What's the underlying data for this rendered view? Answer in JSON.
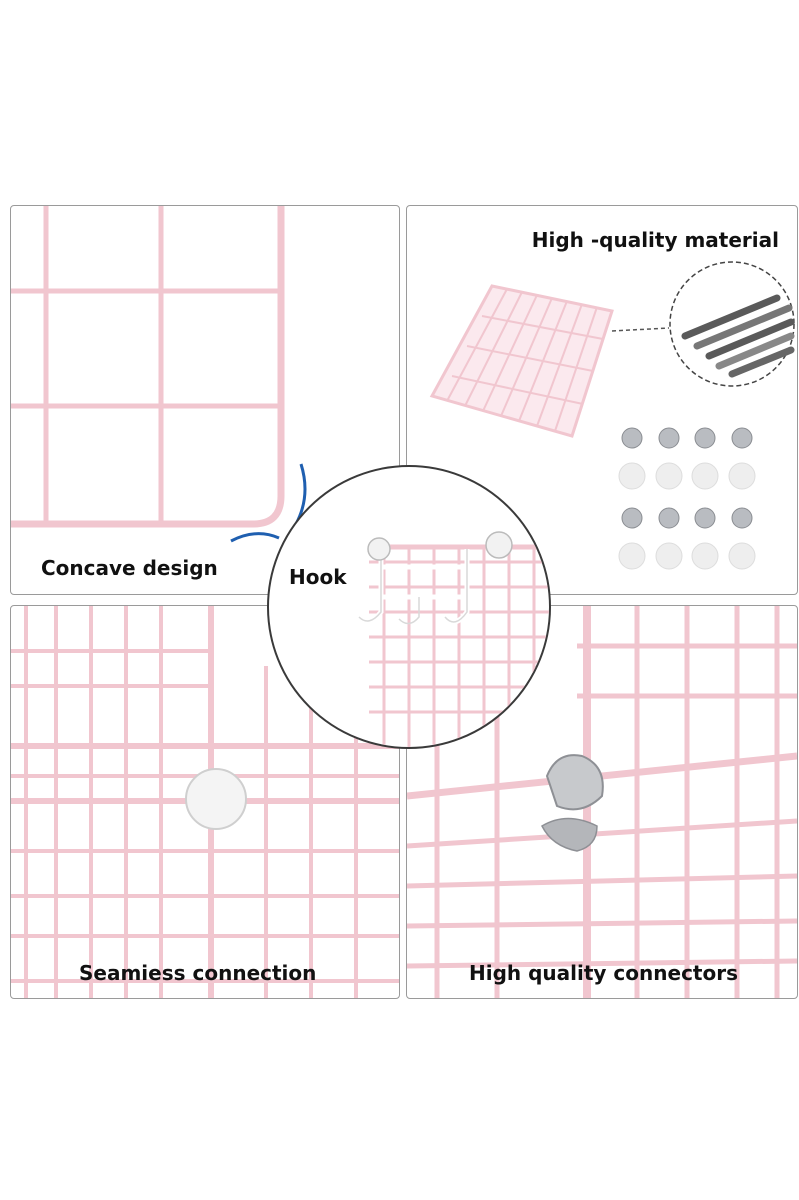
{
  "panels": {
    "concave": {
      "caption": "Concave design"
    },
    "material": {
      "caption": "High -quality material"
    },
    "hook": {
      "caption": "Hook"
    },
    "seamless": {
      "caption": "Seamiess connection"
    },
    "connectors": {
      "caption": "High quality connectors"
    }
  },
  "colors": {
    "wire": "#f1c6cf",
    "wire_dark": "#e3aab6",
    "border": "#9a9a9a",
    "accent": "#1f5fb0"
  },
  "icons": [
    "grid-panel",
    "wire-shelf",
    "steel-rod",
    "connector",
    "hook"
  ]
}
